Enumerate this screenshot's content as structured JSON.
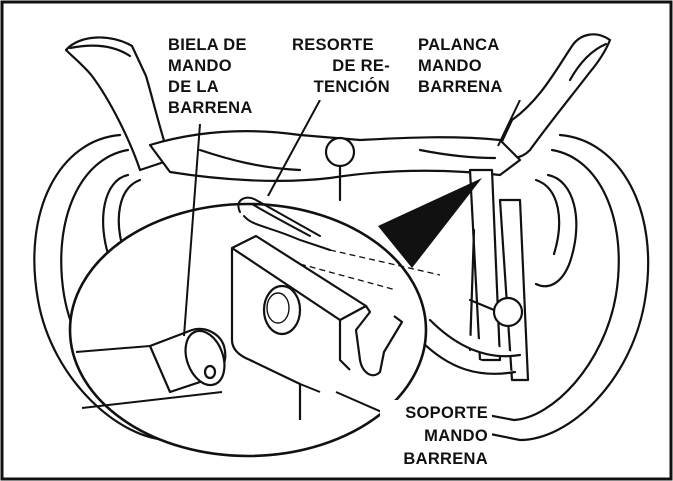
{
  "labels": {
    "biela": {
      "line1": "BIELA DE",
      "line2": "MANDO",
      "line3": "DE LA",
      "line4": "BARRENA"
    },
    "resorte": {
      "line1": "RESORTE",
      "line2": "DE RE-",
      "line3": "TENCIÓN"
    },
    "palanca": {
      "line1": "PALANCA",
      "line2": "MANDO",
      "line3": "BARRENA"
    },
    "soporte": {
      "line1": "SOPORTE",
      "line2": "MANDO",
      "line3": "BARRENA"
    }
  },
  "colors": {
    "ink": "#111111",
    "paper": "#ffffff",
    "shade": "#e9e9e9"
  }
}
